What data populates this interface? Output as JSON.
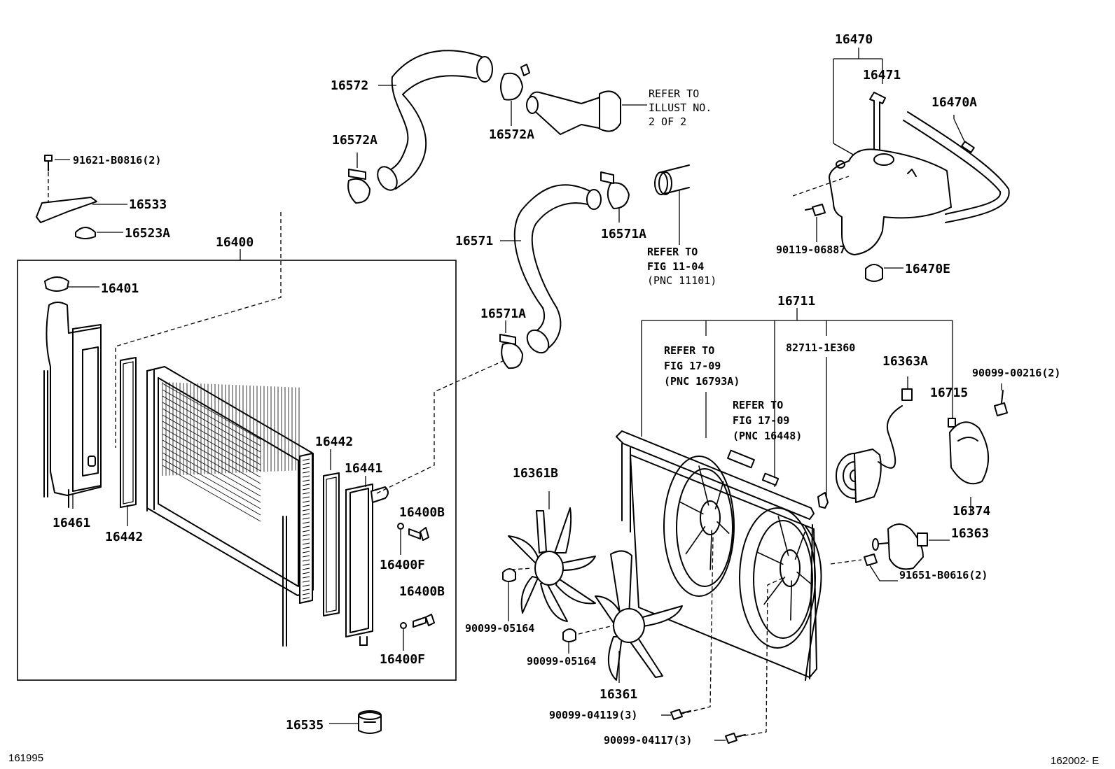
{
  "corner_labels": {
    "bottom_left": "161995",
    "bottom_right": "162002- E"
  },
  "parts": {
    "p16400": "16400",
    "p16401": "16401",
    "p16461": "16461",
    "p16442a": "16442",
    "p16442b": "16442",
    "p16441": "16441",
    "p16400Ba": "16400B",
    "p16400Fa": "16400F",
    "p16400Bb": "16400B",
    "p16400Fb": "16400F",
    "p16535": "16535",
    "p16533": "16533",
    "p16523A": "16523A",
    "p91621": "91621-B0816(2)",
    "p16572": "16572",
    "p16572Aa": "16572A",
    "p16572Ab": "16572A",
    "p16571": "16571",
    "p16571Aa": "16571A",
    "p16571Ab": "16571A",
    "p16470": "16470",
    "p16471": "16471",
    "p16470A": "16470A",
    "p90119": "90119-06887",
    "p16470E": "16470E",
    "p16711": "16711",
    "p82711": "82711-1E360",
    "p16363A": "16363A",
    "p16715": "16715",
    "p90099_00216": "90099-00216(2)",
    "p16374": "16374",
    "p16363": "16363",
    "p91651": "91651-B0616(2)",
    "p16361B": "16361B",
    "p16361": "16361",
    "p90099_05164a": "90099-05164",
    "p90099_05164b": "90099-05164",
    "p90099_04119": "90099-04119(3)",
    "p90099_04117": "90099-04117(3)"
  },
  "notes": {
    "refer_illust": [
      "REFER TO",
      "ILLUST NO.",
      "2 OF 2"
    ],
    "refer_fig_1104": [
      "REFER TO",
      "FIG 11-04",
      "(PNC 11101)"
    ],
    "refer_fig_1709a": [
      "REFER TO",
      "FIG 17-09",
      "(PNC 16793A)"
    ],
    "refer_fig_1709b": [
      "REFER TO",
      "FIG 17-09",
      "(PNC 16448)"
    ]
  }
}
